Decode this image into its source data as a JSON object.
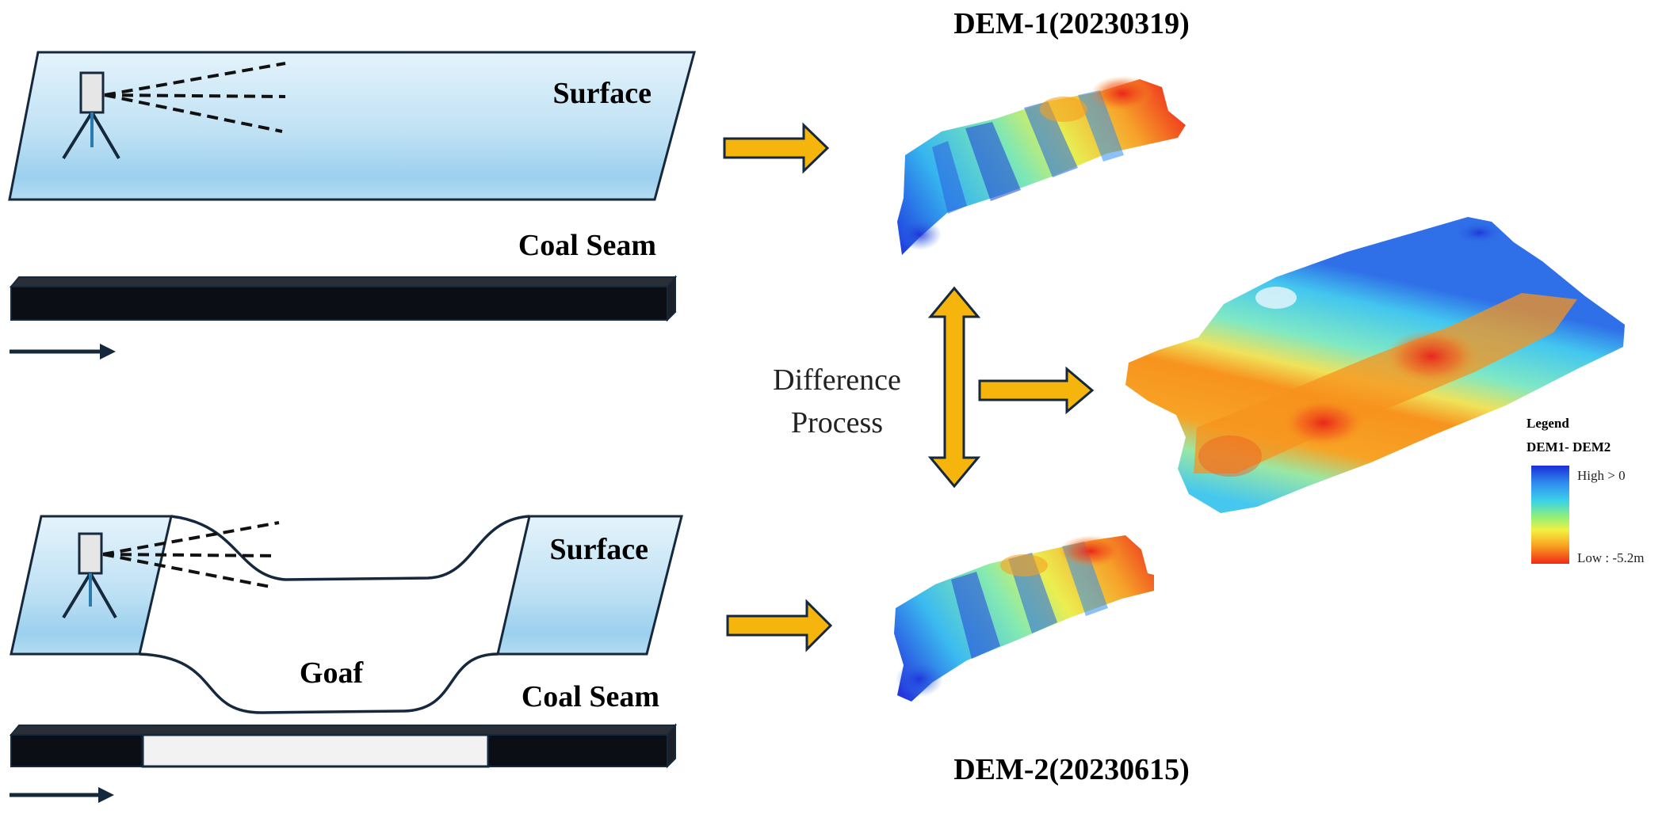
{
  "top_panel": {
    "surface_label": "Surface",
    "coal_seam_label": "Coal Seam"
  },
  "bottom_panel": {
    "surface_label": "Surface",
    "goaf_label": "Goaf",
    "coal_seam_label": "Coal Seam"
  },
  "dem1": {
    "title": "DEM-1(20230319)"
  },
  "dem2": {
    "title": "DEM-2(20230615)"
  },
  "process": {
    "line1": "Difference",
    "line2": "Process"
  },
  "legend": {
    "title": "Legend",
    "subtitle": "DEM1- DEM2",
    "high_label": "High > 0",
    "low_label": "Low : -5.2m",
    "colors": [
      "#1a2ed8",
      "#2f8ef0",
      "#3cd2e8",
      "#8ef07a",
      "#f4f040",
      "#f8a020",
      "#f02818"
    ]
  },
  "colors": {
    "arrow_fill": "#f5b50c",
    "arrow_stroke": "#16283c",
    "surface_light": "#e2f2fb",
    "surface_mid": "#9fd2ee",
    "coal_dark": "#0b0e14"
  }
}
